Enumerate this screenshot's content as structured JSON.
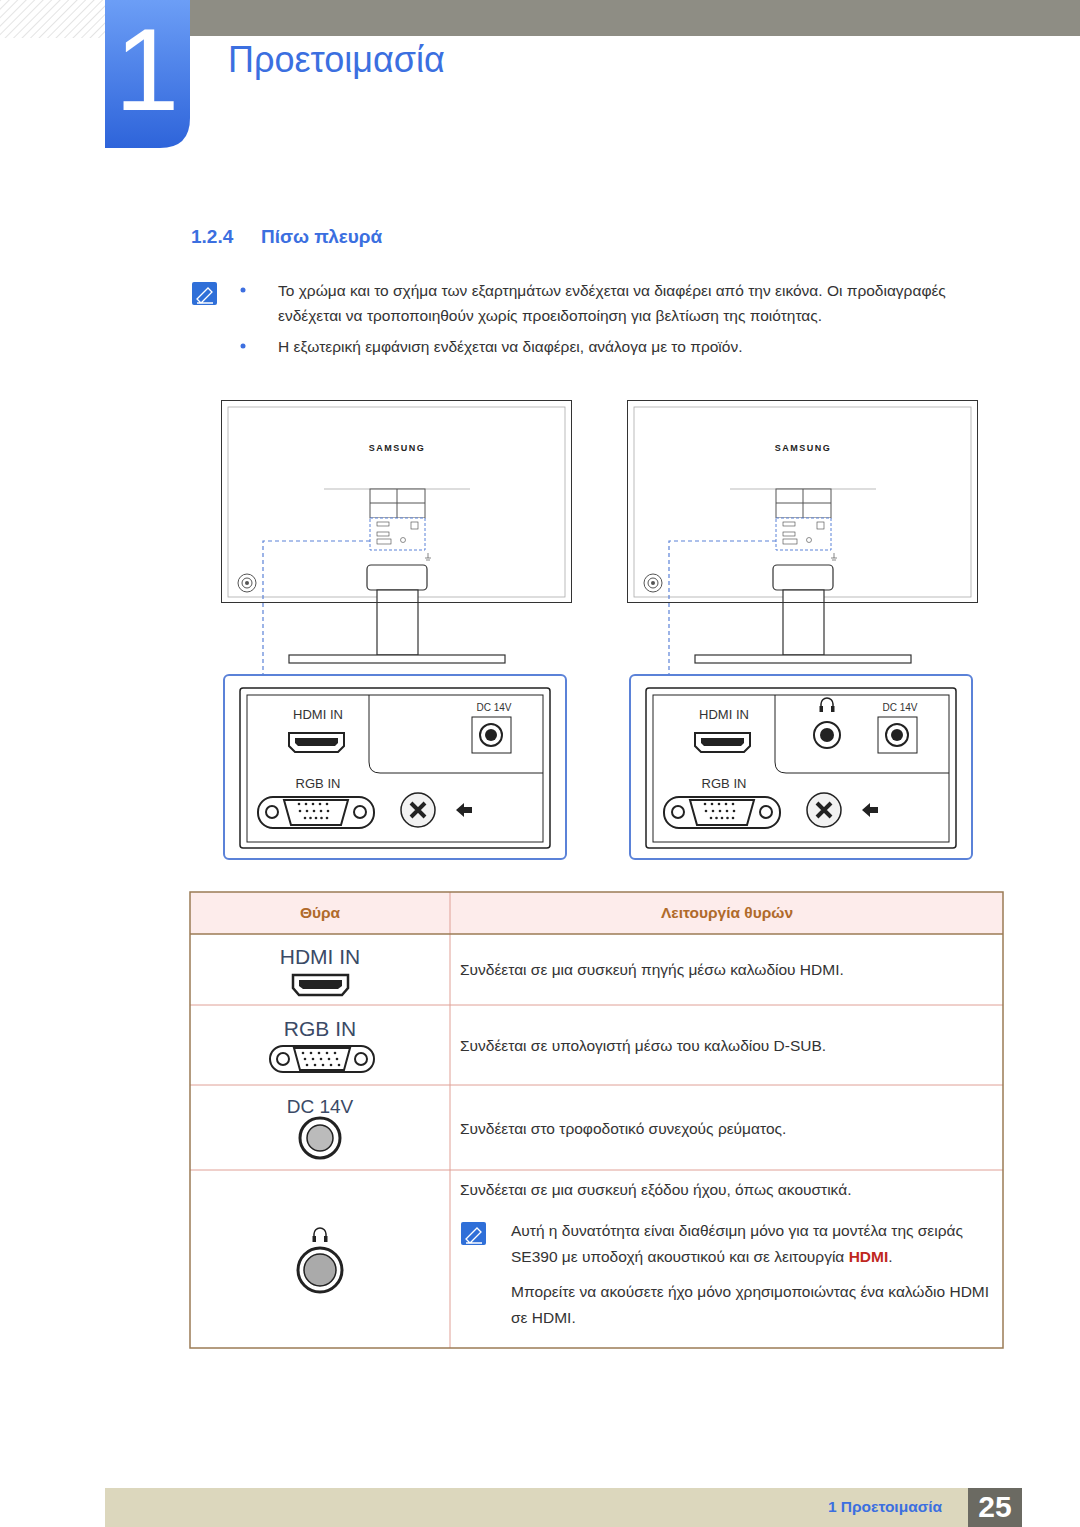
{
  "diagram": {
    "title": "Προετοιμασία",
    "nodes": [
      {
        "text": [
          "SAMSUNG"
        ]
      },
      {
        "text": [
          "HDMI IN",
          "DC 14V",
          "RGB IN"
        ]
      },
      {
        "text": [
          "SAMSUNG"
        ]
      },
      {
        "text": [
          "HDMI IN",
          "DC 14V",
          "RGB IN"
        ]
      }
    ],
    "edges": [
      {
        "from": 0,
        "to": 1,
        "arrow": "none"
      },
      {
        "from": 2,
        "to": 3,
        "arrow": "none"
      }
    ],
    "labels": [
      "1",
      "1.2.4",
      "Πίσω πλευρά",
      "Το χρώμα και το σχήμα των εξαρτημάτων ενδέχεται να διαφέρει από την εικόνα. Οι προδιαγραφές ενδέχεται να τροποποιηθούν χωρίς προειδοποίηση για βελτίωση της ποιότητας.",
      "Η εξωτερική εμφάνιση ενδέχεται να διαφέρει, ανάλογα με το προϊόν.",
      "Θύρα",
      "Λειτουργία θυρών",
      "HDMI IN",
      "Συνδέεται σε μια συσκευή πηγής μέσω καλωδίου HDMI.",
      "RGB IN",
      "Συνδέεται σε υπολογιστή μέσω του καλωδίου D-SUB.",
      "DC 14V",
      "Συνδέεται στο τροφοδοτικό συνεχούς ρεύματος.",
      "Συνδέεται σε μια συσκευή εξόδου ήχου, όπως ακουστικά.",
      "Αυτή η δυνατότητα είναι διαθέσιμη μόνο για τα μοντέλα της σειράς SE390 με υποδοχή ακουστικού και σε λειτουργία",
      "HDMI",
      ".",
      "Μπορείτε να ακούσετε ήχο μόνο χρησιμοποιώντας ένα καλώδιο HDMI σε HDMI.",
      "1 Προετοιμασία",
      "25"
    ]
  }
}
